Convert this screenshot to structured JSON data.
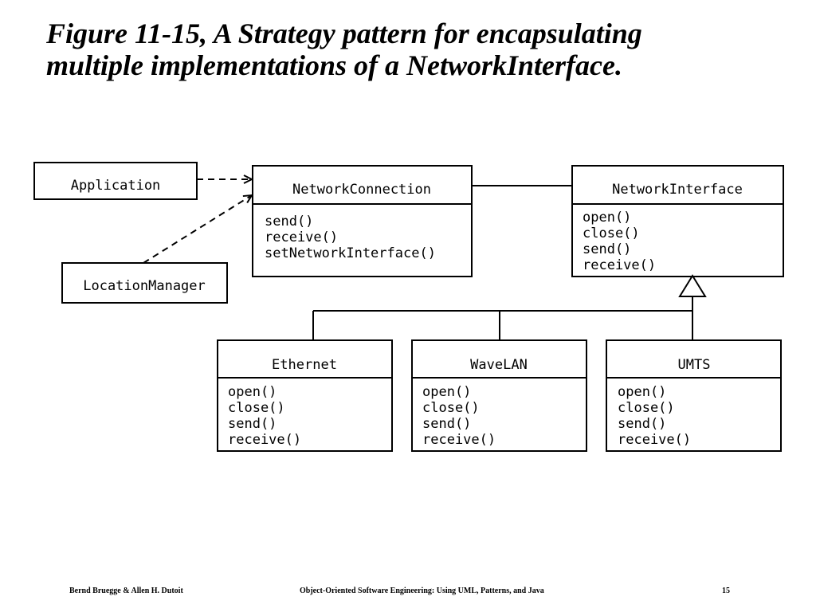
{
  "slide": {
    "title_line1": "Figure 11-15, A Strategy pattern for encapsulating",
    "title_line2": "multiple implementations of a NetworkInterface."
  },
  "diagram": {
    "classes": {
      "application": {
        "name": "Application"
      },
      "location_manager": {
        "name": "LocationManager"
      },
      "network_connection": {
        "name": "NetworkConnection",
        "ops": [
          "send()",
          "receive()",
          "setNetworkInterface()"
        ]
      },
      "network_interface": {
        "name": "NetworkInterface",
        "ops": [
          "open()",
          "close()",
          "send()",
          "receive()"
        ]
      },
      "ethernet": {
        "name": "Ethernet",
        "ops": [
          "open()",
          "close()",
          "send()",
          "receive()"
        ]
      },
      "wavelan": {
        "name": "WaveLAN",
        "ops": [
          "open()",
          "close()",
          "send()",
          "receive()"
        ]
      },
      "umts": {
        "name": "UMTS",
        "ops": [
          "open()",
          "close()",
          "send()",
          "receive()"
        ]
      }
    }
  },
  "footer": {
    "authors": "Bernd Bruegge & Allen H. Dutoit",
    "book": "Object-Oriented Software Engineering: Using UML, Patterns, and Java",
    "page": "15"
  }
}
